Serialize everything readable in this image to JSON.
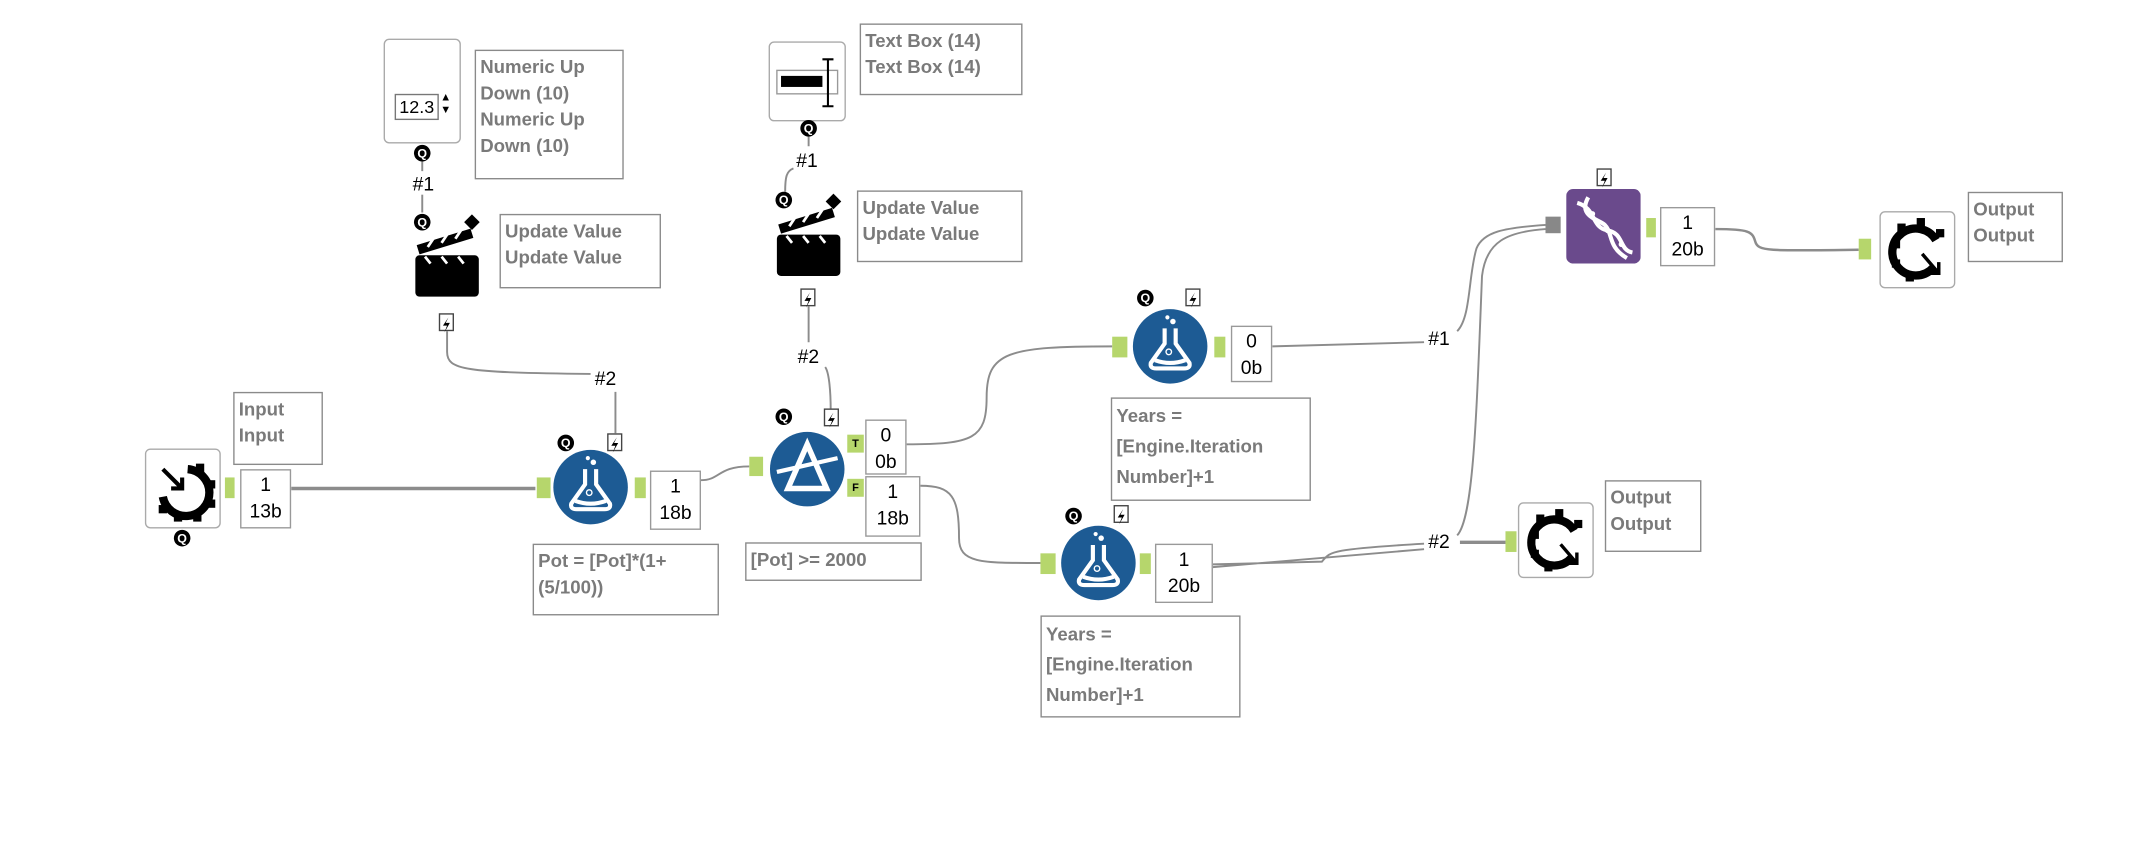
{
  "colors": {
    "formula": "#1d5b94",
    "filter": "#1d5b94",
    "purple_tool": "#6a4a8c",
    "anchor": "#b6d66c",
    "annotation_text": "#7a7a7a"
  },
  "tools": {
    "input": {
      "icon": "macro-input-icon",
      "annotation": [
        "Input",
        "Input"
      ],
      "count": [
        "1",
        "13b"
      ]
    },
    "numeric_up_down": {
      "icon": "numeric-up-down-icon",
      "value": "12.3",
      "annotation": [
        "Numeric Up",
        "Down (10)",
        "Numeric Up",
        "Down (10)"
      ]
    },
    "action1": {
      "icon": "clapboard-icon",
      "annotation": [
        "Update Value",
        "Update Value"
      ]
    },
    "text_box": {
      "icon": "text-box-icon",
      "annotation": [
        "Text Box (14)",
        "Text Box (14)"
      ]
    },
    "action2": {
      "icon": "clapboard-icon",
      "annotation": [
        "Update Value",
        "Update Value"
      ]
    },
    "formula1": {
      "icon": "flask-icon",
      "annotation": [
        "Pot = [Pot]*(1+",
        "(5/100))"
      ],
      "count": [
        "1",
        "18b"
      ]
    },
    "filter": {
      "icon": "filter-icon",
      "annotation": [
        "[Pot] >= 2000"
      ],
      "true_label": "T",
      "false_label": "F",
      "true_count": [
        "0",
        "0b"
      ],
      "false_count": [
        "1",
        "18b"
      ]
    },
    "formula2": {
      "icon": "flask-icon",
      "annotation": [
        "Years =",
        "[Engine.Iteration",
        "Number]+1"
      ],
      "count": [
        "0",
        "0b"
      ]
    },
    "formula3": {
      "icon": "flask-icon",
      "annotation": [
        "Years =",
        "[Engine.Iteration",
        "Number]+1"
      ],
      "count": [
        "1",
        "20b"
      ]
    },
    "iterative": {
      "icon": "dna-icon",
      "count": [
        "1",
        "20b"
      ]
    },
    "output1": {
      "icon": "macro-output-icon",
      "annotation": [
        "Output",
        "Output"
      ]
    },
    "output2": {
      "icon": "macro-output-icon",
      "annotation": [
        "Output",
        "Output"
      ]
    }
  },
  "connection_labels": {
    "num_to_action": "#1",
    "action1_to_formula": "#2",
    "text_to_action": "#1",
    "action2_to_filter": "#2",
    "to_iter_1": "#1",
    "to_iter_2": "#2"
  },
  "badges": {
    "question": "Q"
  }
}
